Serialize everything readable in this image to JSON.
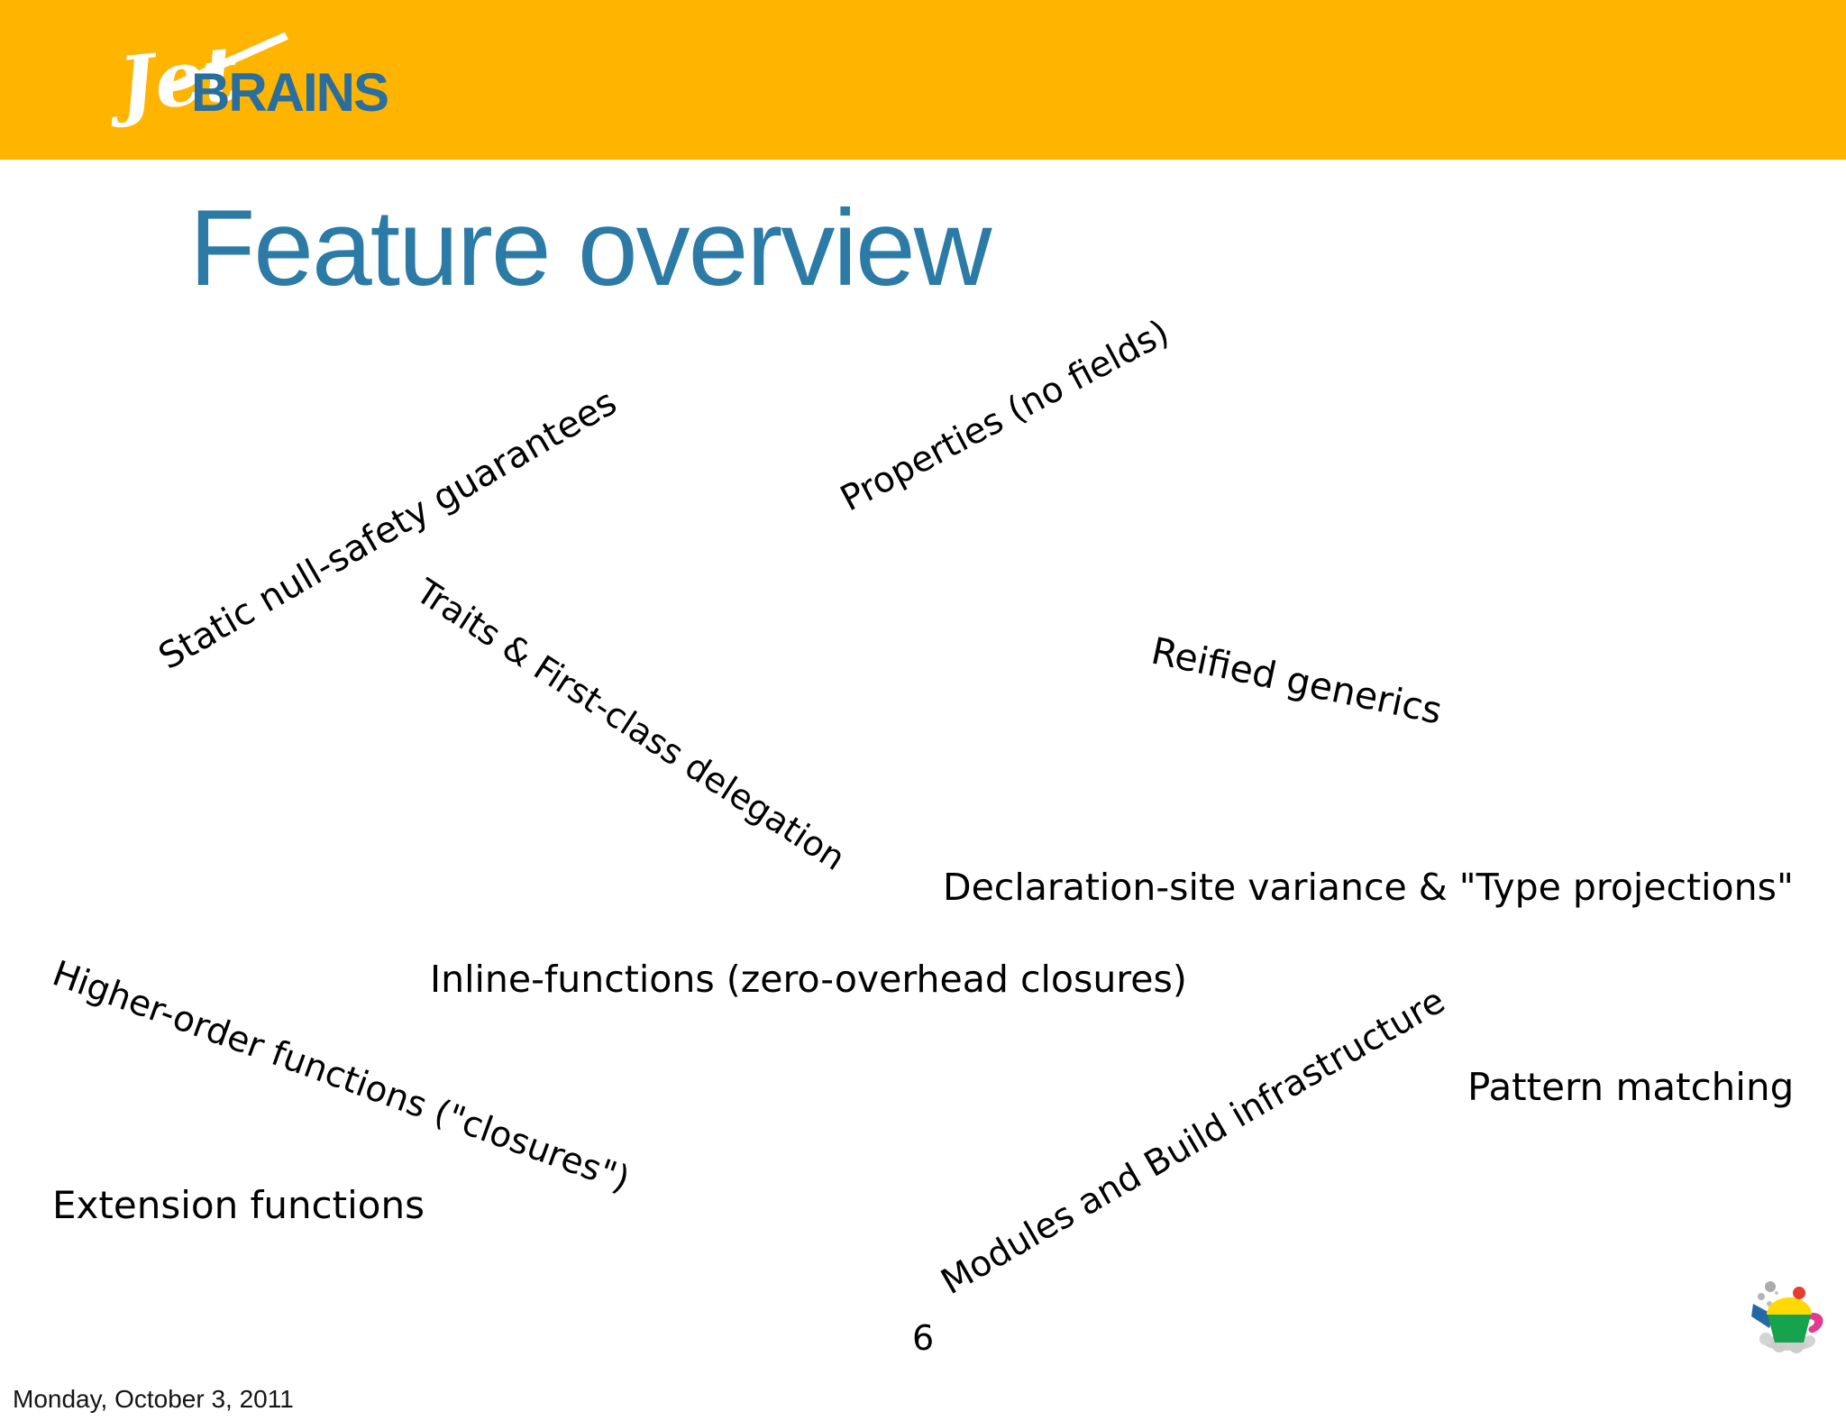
{
  "header": {
    "logo_jet": "Jet",
    "logo_brains": "BRAINS",
    "band_color": "#FFB400",
    "brains_color": "#2A6E9E"
  },
  "slide": {
    "title": "Feature overview",
    "title_color": "#2C7AA6"
  },
  "features": [
    {
      "label": "Static null-safety guarantees"
    },
    {
      "label": "Traits & First-class delegation"
    },
    {
      "label": "Properties (no fields)"
    },
    {
      "label": "Reified generics"
    },
    {
      "label": "Declaration-site variance & \"Type projections\""
    },
    {
      "label": "Inline-functions (zero-overhead closures)"
    },
    {
      "label": "Higher-order functions (\"closures\")"
    },
    {
      "label": "Extension functions"
    },
    {
      "label": "Modules and Build infrastructure"
    },
    {
      "label": "Pattern matching"
    }
  ],
  "footer": {
    "page_number": "6",
    "date": "Monday, October 3, 2011"
  },
  "teapot_icon": {
    "name": "teapot-logo",
    "body_color": "#17A24D",
    "lid_color": "#FFD900",
    "knob_color": "#E53E30",
    "spout_color": "#2468A4",
    "handle_color": "#E23A8E",
    "steam_color": "#B0B0B0",
    "cloud_color": "#CFCFCF"
  }
}
